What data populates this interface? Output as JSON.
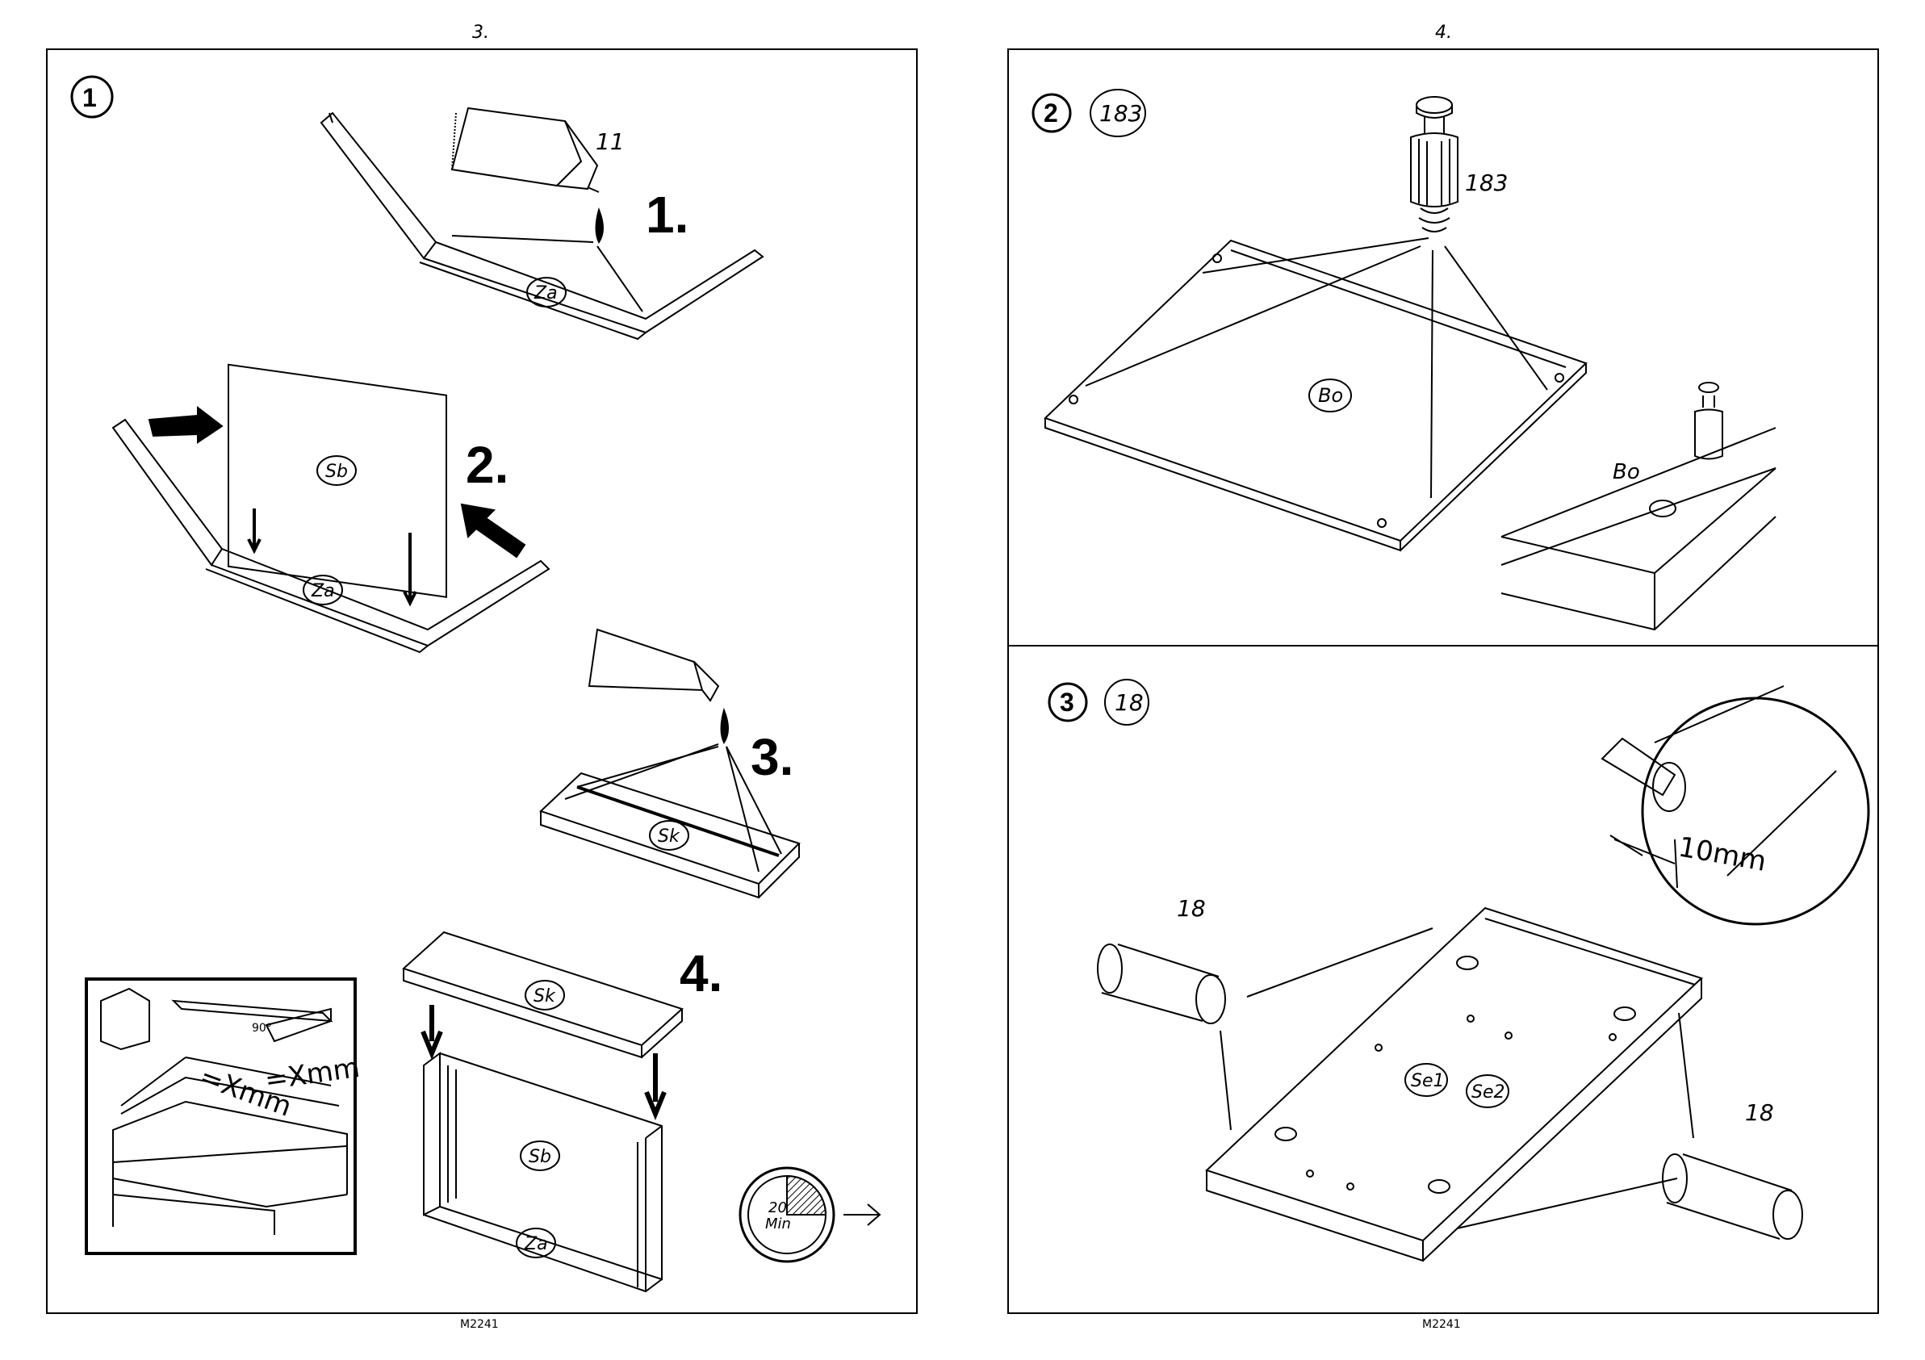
{
  "pages": [
    {
      "number": "3.",
      "footer": "M2241"
    },
    {
      "number": "4.",
      "footer": "M2241"
    }
  ],
  "step1": {
    "step_number": "1",
    "substeps": [
      "1.",
      "2.",
      "3.",
      "4."
    ],
    "glue_label": "11",
    "parts": {
      "za": "Za",
      "sb": "Sb",
      "sk": "Sk"
    },
    "inset": {
      "angle": "90°",
      "measure_left": "=Xmm",
      "measure_right": "=Xmm"
    },
    "timer": {
      "value": "20",
      "unit": "Min"
    }
  },
  "step2": {
    "step_number": "2",
    "part_count": "183",
    "fitting_label": "183",
    "panel_label": "Bo",
    "detail_label": "Bo"
  },
  "step3": {
    "step_number": "3",
    "part_count": "18",
    "dowel_label_left": "18",
    "dowel_label_right": "18",
    "panel_labels": [
      "Se1",
      "Se2"
    ],
    "detail_measure": "10mm"
  }
}
